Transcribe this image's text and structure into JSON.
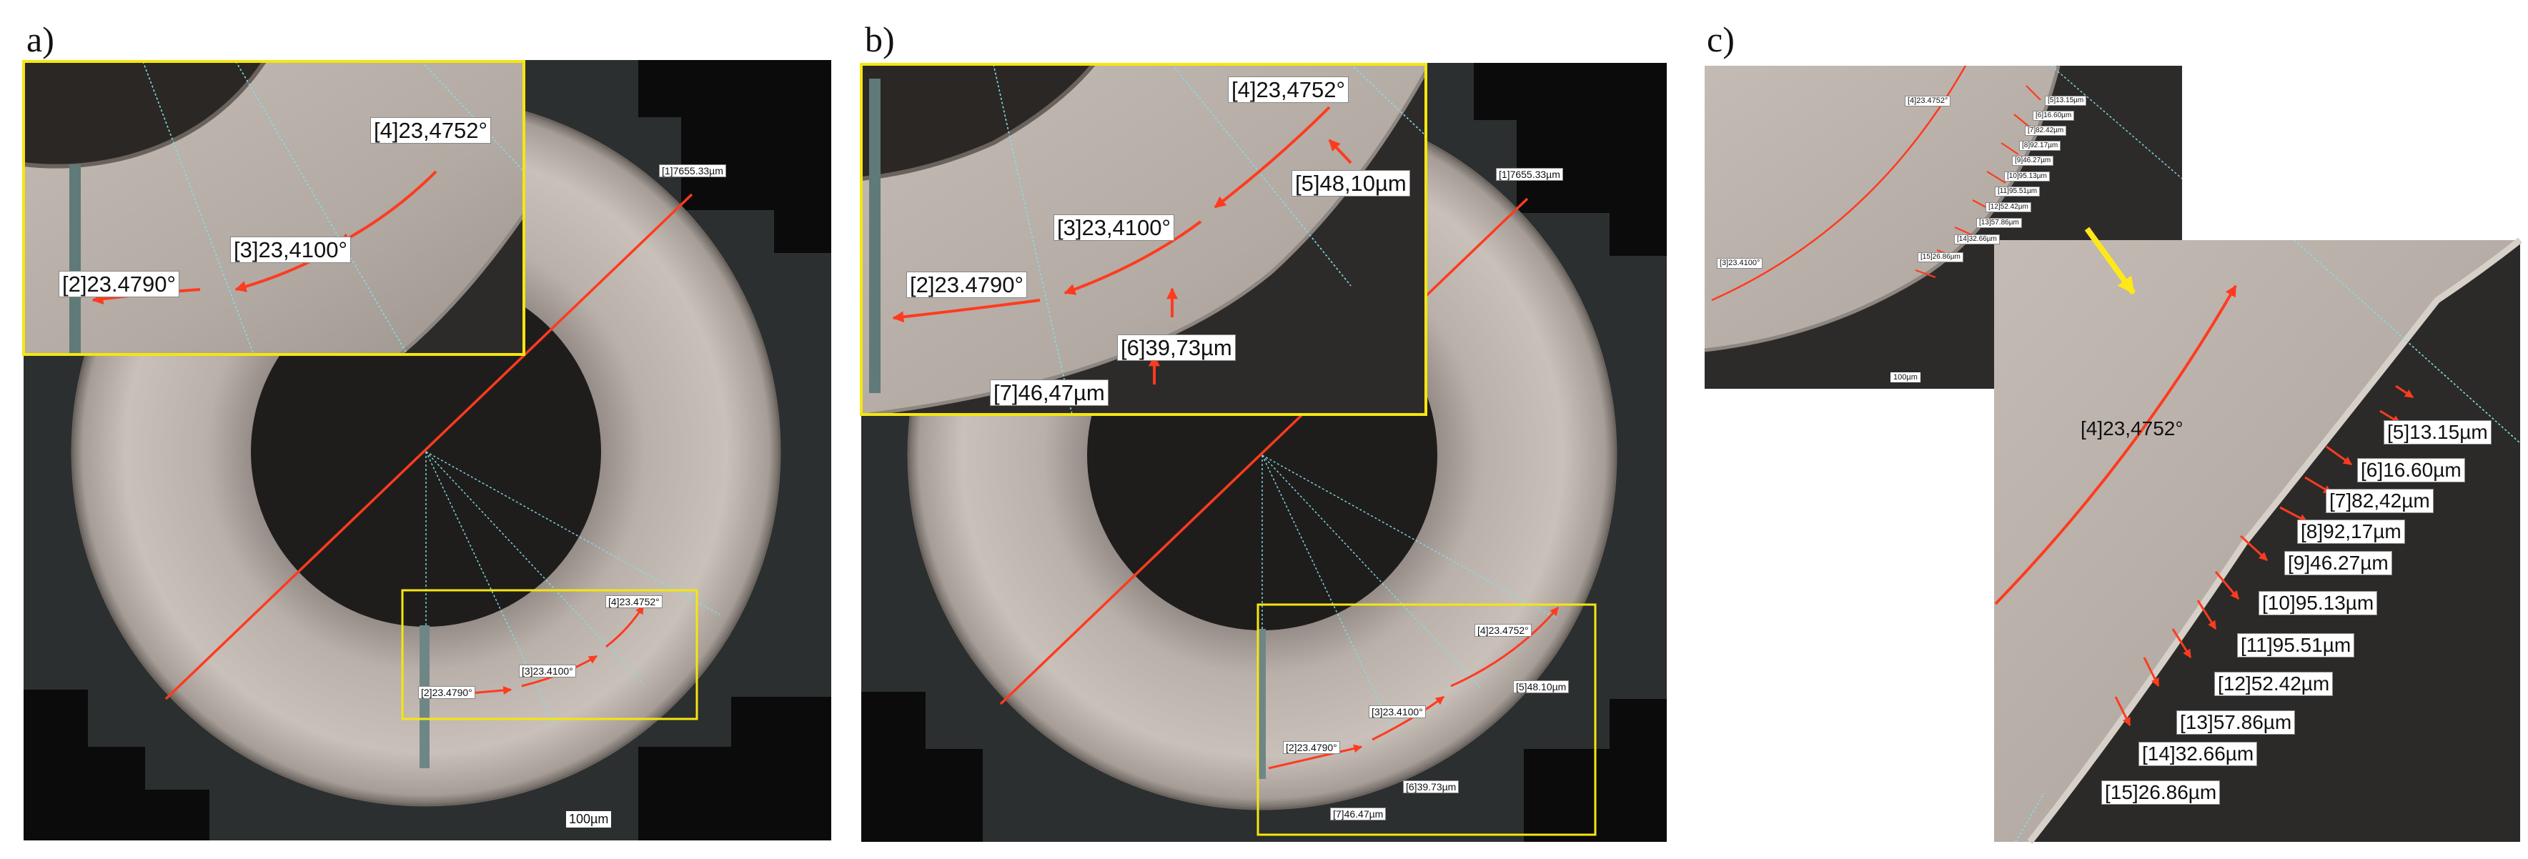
{
  "panels": {
    "a": {
      "label": "a)",
      "main": {
        "diameter": "[1]7655.33µm",
        "a2": "[2]23.4790°",
        "a3": "[3]23.4100°",
        "a4": "[4]23.4752°",
        "scale": "100µm"
      },
      "inset": {
        "a2": "[2]23.4790°",
        "a3": "[3]23,4100°",
        "a4": "[4]23,4752°"
      }
    },
    "b": {
      "label": "b)",
      "main": {
        "diameter": "[1]7655.33µm",
        "a2": "[2]23.4790°",
        "a3": "[3]23.4100°",
        "a4": "[4]23.4752°",
        "d5": "[5]48.10µm",
        "d6": "[6]39.73µm",
        "d7": "[7]46.47µm"
      },
      "inset": {
        "a2": "[2]23.4790°",
        "a3": "[3]23,4100°",
        "a4": "[4]23,4752°",
        "d5": "[5]48,10µm",
        "d6": "[6]39,73µm",
        "d7": "[7]46,47µm"
      }
    },
    "c": {
      "label": "c)",
      "overview": {
        "a3": "[3]23.4100°",
        "a4": "[4]23.4752°",
        "scale": "100µm",
        "edge": [
          "[5]13.15µm",
          "[6]16.60µm",
          "[7]82.42µm",
          "[8]92.17µm",
          "[9]46.27µm",
          "[10]95.13µm",
          "[11]95.51µm",
          "[12]52.42µm",
          "[13]57.86µm",
          "[14]32.66µm",
          "[15]26.86µm"
        ]
      },
      "zoom": {
        "a4": "[4]23,4752°",
        "edge": [
          "[5]13.15µm",
          "[6]16.60µm",
          "[7]82,42µm",
          "[8]92,17µm",
          "[9]46.27µm",
          "[10]95.13µm",
          "[11]95.51µm",
          "[12]52.42µm",
          "[13]57.86µm",
          "[14]32.66µm",
          "[15]26.86µm"
        ]
      }
    }
  },
  "colors": {
    "measure_red": "#ff3b1f",
    "inset_frame": "#f5e60f",
    "arrow_yellow": "#ffe81a",
    "guide_cyan": "#7fe0e8"
  }
}
